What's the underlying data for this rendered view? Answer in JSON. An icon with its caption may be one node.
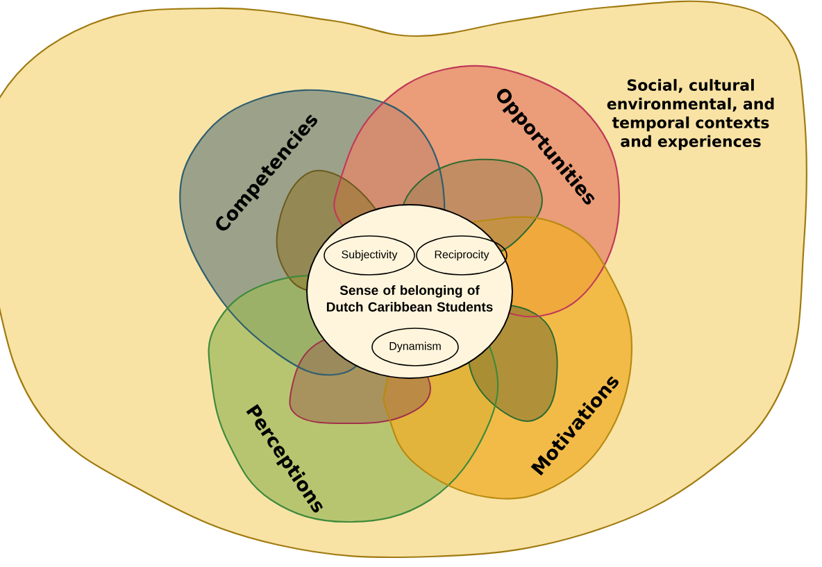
{
  "diagram": {
    "nodes": [
      {
        "text": [
          "Social, cultural environmental, and temporal contexts and experiences"
        ]
      },
      {
        "text": [
          "Competencies"
        ],
        "in": 0
      },
      {
        "text": [
          "Opportunities"
        ],
        "in": 0
      },
      {
        "text": [
          "Perceptions"
        ],
        "in": 0
      },
      {
        "text": [
          "Motivations"
        ],
        "in": 0
      },
      {
        "text": [
          "Sense of belonging of Dutch Caribbean Students"
        ],
        "in": 0
      },
      {
        "text": [
          "Subjectivity"
        ]
      },
      {
        "text": [
          "Reciprocity"
        ]
      },
      {
        "text": [
          "Dynamism"
        ]
      }
    ]
  }
}
